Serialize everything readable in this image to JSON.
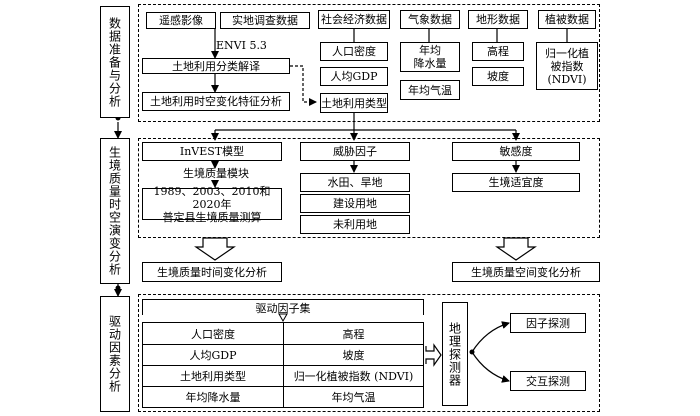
{
  "stages": [
    "数据准备与分析",
    "生境质量时空演变分析",
    "驱动因素分析"
  ],
  "stage1": {
    "remote_sensing": "遥感影像",
    "field_survey": "实地调查数据",
    "software": "ENVI 5.3",
    "classification": "土地利用分类解译",
    "landuse_change": "土地利用时空变化特征分析",
    "socio_header": "社会经济数据",
    "pop_density": "人口密度",
    "gdp": "人均GDP",
    "landuse_type": "土地利用类型",
    "meteo_header": "气象数据",
    "precip": "年均\n降水量",
    "temp": "年均气温",
    "terrain_header": "地形数据",
    "elevation": "高程",
    "slope": "坡度",
    "veg_header": "植被数据",
    "ndvi": "归一化植\n被指数\n(NDVI)"
  },
  "stage2": {
    "invest": "InVEST模型",
    "hq_module": "生境质量模块",
    "hq_calc": "1989、2003、2010和2020年\n普定县生境质量测算",
    "threat": "威胁因子",
    "paddy_dry": "水田、旱地",
    "construction": "建设用地",
    "unused": "未利用地",
    "sensitivity": "敏感度",
    "suitability": "生境适宜度",
    "temporal": "生境质量时间变化分析",
    "spatial": "生境质量空间变化分析"
  },
  "stage3": {
    "driver_set": "驱动因子集",
    "factors": [
      [
        "人口密度",
        "高程"
      ],
      [
        "人均GDP",
        "坡度"
      ],
      [
        "土地利用类型",
        "归一化植被指数 (NDVI)"
      ],
      [
        "年均降水量",
        "年均气温"
      ]
    ],
    "detector": "地理探测器",
    "factor_detect": "因子探测",
    "interaction_detect": "交互探测"
  }
}
